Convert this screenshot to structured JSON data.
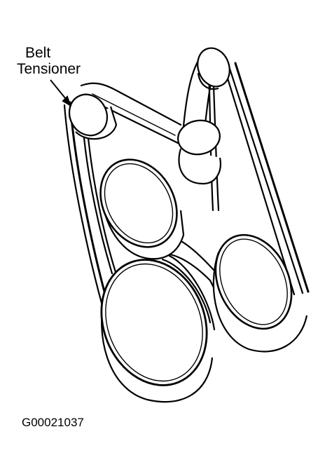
{
  "diagram": {
    "callout_line1": "Belt",
    "callout_line2": "Tensioner",
    "figure_code": "G00021037",
    "colors": {
      "line": "#000000",
      "fill": "#ffffff"
    }
  }
}
